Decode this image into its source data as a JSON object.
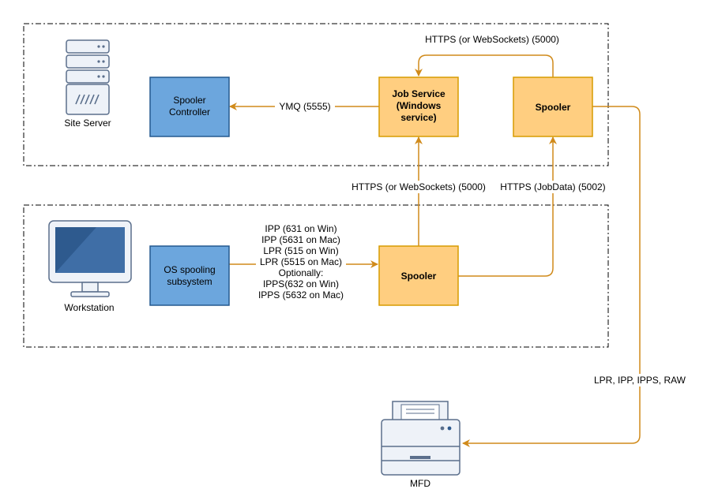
{
  "zones": {
    "site": {
      "label": "Site Server"
    },
    "workstation": {
      "label": "Workstation"
    }
  },
  "nodes": {
    "spooler_controller": {
      "line1": "Spooler",
      "line2": "Controller"
    },
    "job_service": {
      "line1": "Job Service",
      "line2": "(Windows",
      "line3": "service)"
    },
    "site_spooler": {
      "label": "Spooler"
    },
    "os_spooling": {
      "line1": "OS spooling",
      "line2": "subsystem"
    },
    "ws_spooler": {
      "label": "Spooler"
    },
    "mfd": {
      "label": "MFD"
    }
  },
  "edges": {
    "ymq": "YMQ (5555)",
    "https_top": "HTTPS (or WebSockets) (5000)",
    "https_mid": "HTTPS (or WebSockets) (5000)",
    "jobdata": "HTTPS (JobData) (5002)",
    "protocols": [
      "IPP (631 on Win)",
      "IPP (5631 on Mac)",
      "LPR (515 on Win)",
      "LPR (5515 on Mac)",
      "Optionally:",
      "IPPS(632 on Win)",
      "IPPS (5632 on Mac)"
    ],
    "mfd_protocols": "LPR, IPP, IPPS, RAW"
  },
  "colors": {
    "orange_fill": "#ffce80",
    "orange_stroke": "#d79b00",
    "arrow": "#d08a1a",
    "blue_fill": "#6ca6dd",
    "blue_stroke": "#24588f"
  }
}
